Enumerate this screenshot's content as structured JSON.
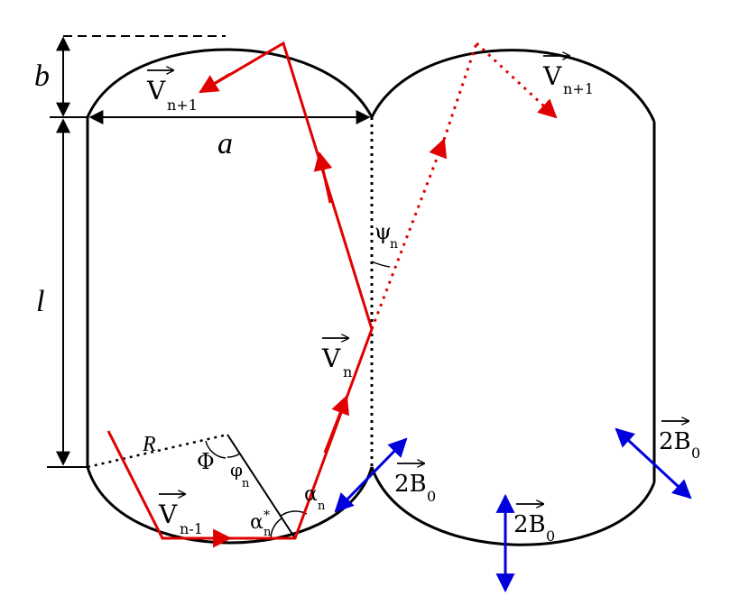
{
  "labels": {
    "b": "b",
    "a": "a",
    "l": "l",
    "R": "R",
    "Phi": "Φ",
    "phi_n_base": "φ",
    "psi_n_base": "ψ",
    "alpha_n_base": "α",
    "alpha_star_base": "α",
    "star": "*",
    "sub_n": "n",
    "V_base": "V",
    "sub_n_plus_1": "n+1",
    "sub_n_minus_1": "n-1",
    "two_B_base": "2B",
    "sub_0": "0"
  },
  "colors": {
    "boundary": "#000000",
    "trajectory": "#e00000",
    "field": "#0000dd"
  }
}
